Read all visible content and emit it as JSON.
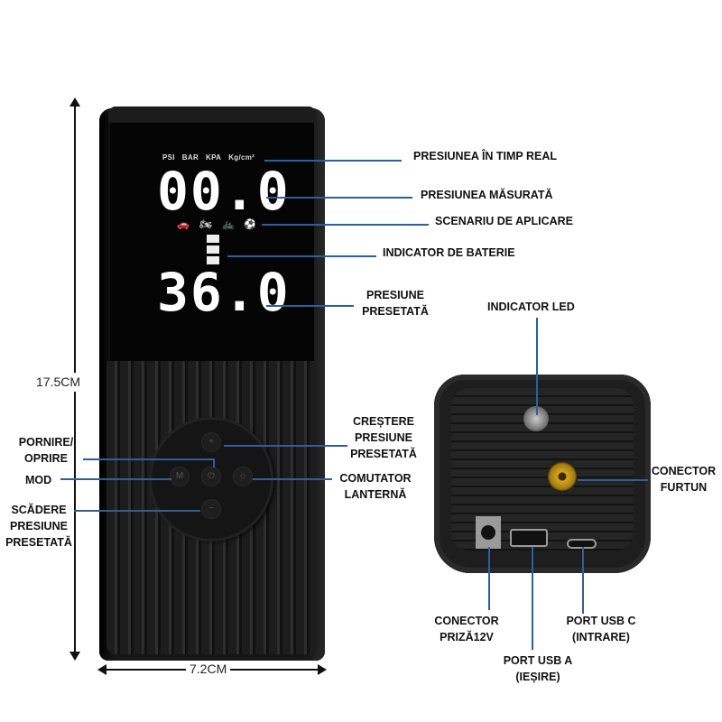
{
  "display": {
    "units": [
      "PSI",
      "BAR",
      "KPA",
      "Kg/cm²"
    ],
    "measured_value": "00.0",
    "preset_value": "36.0",
    "scenario_icons": [
      "car-icon",
      "motorcycle-icon",
      "bicycle-icon",
      "ball-icon"
    ],
    "battery_bars": 3
  },
  "dimensions": {
    "height": "17.5CM",
    "width": "7.2CM"
  },
  "labels": {
    "realtime_pressure": "PRESIUNEA ÎN TIMP REAL",
    "measured_pressure": "PRESIUNEA MĂSURATĂ",
    "scenario": "SCENARIU DE APLICARE",
    "battery": "INDICATOR DE BATERIE",
    "preset_1": "PRESIUNE",
    "preset_2": "PRESETATĂ",
    "led": "INDICATOR LED",
    "hose_1": "CONECTOR",
    "hose_2": "FURTUN",
    "increase_1": "CREȘTERE",
    "increase_2": "PRESIUNE",
    "increase_3": "PRESETATĂ",
    "flashlight_1": "COMUTATOR",
    "flashlight_2": "LANTERNĂ",
    "power_1": "PORNIRE/",
    "power_2": "OPRIRE",
    "mode": "MOD",
    "decrease_1": "SCĂDERE",
    "decrease_2": "PRESIUNE",
    "decrease_3": "PRESETATĂ",
    "dc_1": "CONECTOR",
    "dc_2": "PRIZĂ12V",
    "usba_1": "PORT USB A",
    "usba_2": "(IEȘIRE)",
    "usbc_1": "PORT USB C",
    "usbc_2": "(INTRARE)"
  },
  "colors": {
    "leader_line": "#2f5f9a",
    "hose_connector": "#d9a520"
  }
}
